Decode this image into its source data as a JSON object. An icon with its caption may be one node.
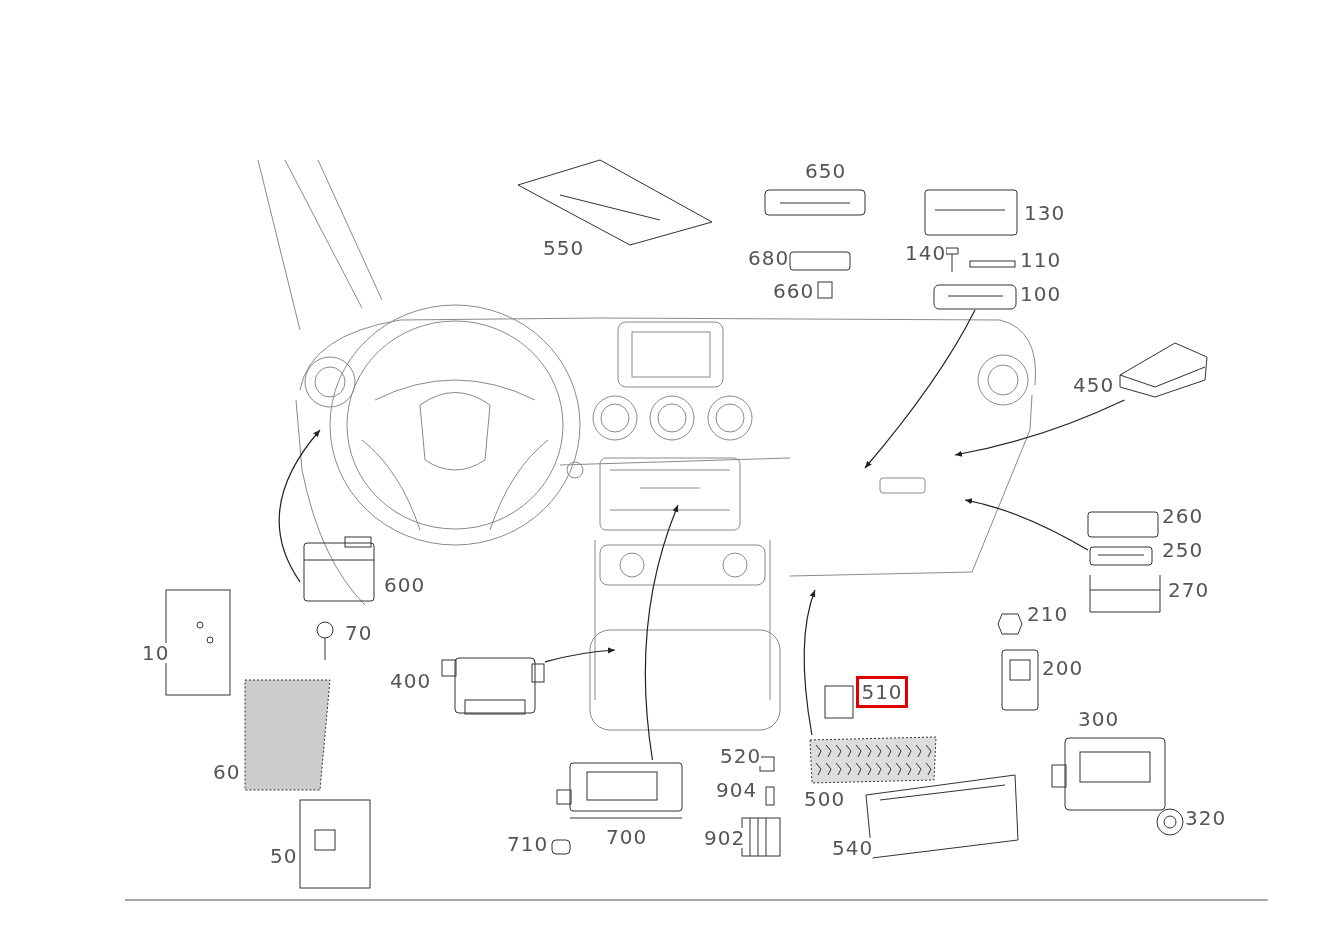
{
  "diagram": {
    "nodes": [
      {
        "text": [
          "510"
        ]
      },
      {
        "text": [],
        "shape": "picture",
        "beside": [
          "100"
        ]
      },
      {
        "text": [],
        "shape": "picture",
        "beside": [
          "450"
        ]
      },
      {
        "text": [],
        "shape": "picture",
        "beside": [
          "250"
        ]
      },
      {
        "text": [],
        "shape": "picture",
        "beside": [
          "400"
        ]
      },
      {
        "text": [],
        "shape": "picture",
        "beside": [
          "700"
        ]
      },
      {
        "text": [],
        "shape": "picture",
        "beside": [
          "500"
        ]
      },
      {
        "text": [],
        "shape": "picture",
        "beside": [
          "600"
        ]
      }
    ],
    "edges": [
      {
        "from": 1,
        "to": null,
        "arrow": "to"
      },
      {
        "from": 2,
        "to": null,
        "arrow": "to"
      },
      {
        "from": 3,
        "to": null,
        "arrow": "to"
      },
      {
        "from": 4,
        "to": null,
        "arrow": "to"
      },
      {
        "from": 5,
        "to": null,
        "arrow": "to"
      },
      {
        "from": 6,
        "to": null,
        "arrow": "to"
      },
      {
        "from": 7,
        "to": null,
        "arrow": "to"
      }
    ],
    "labels": [
      "650",
      "550",
      "130",
      "680",
      "140",
      "110",
      "660",
      "260",
      "270",
      "10",
      "70",
      "210",
      "200",
      "300",
      "60",
      "520",
      "904",
      "320",
      "710",
      "902",
      "540",
      "50"
    ]
  }
}
